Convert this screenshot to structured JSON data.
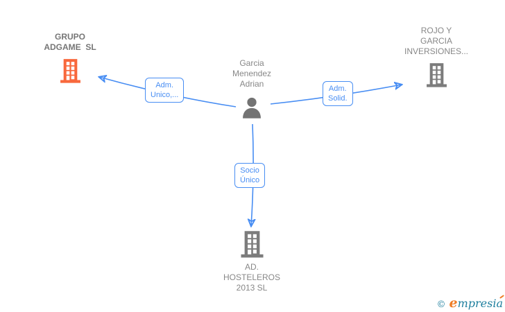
{
  "colors": {
    "blue": "#478df3",
    "orange": "#f8683c",
    "icon-gray": "#7c7c7c",
    "text-gray": "#878787",
    "logo-teal": "#1e7f9e",
    "logo-orange": "#ef7d26"
  },
  "nodes": {
    "grupo_adgame": {
      "name_line1": "GRUPO",
      "name_line2": "ADGAME  SL",
      "icon": "building-icon-orange"
    },
    "rojo_garcia": {
      "name_line1": "ROJO Y",
      "name_line2": "GARCIA",
      "name_line3": "INVERSIONES...",
      "icon": "building-icon"
    },
    "person": {
      "name_line1": "Garcia",
      "name_line2": "Menendez",
      "name_line3": "Adrian",
      "icon": "person-icon"
    },
    "ad_hosteleros": {
      "name_line1": "AD.",
      "name_line2": "HOSTELEROS",
      "name_line3": "2013 SL",
      "icon": "building-icon"
    }
  },
  "relations": {
    "adm_unico": {
      "line1": "Adm.",
      "line2": "Unico,..."
    },
    "adm_solid": {
      "line1": "Adm.",
      "line2": "Solid."
    },
    "socio_unico": {
      "line1": "Socio",
      "line2": "Único"
    }
  },
  "footer": {
    "copyright": "©",
    "brand_initial": "e",
    "brand_rest": "mpresi",
    "brand_last": "a"
  }
}
